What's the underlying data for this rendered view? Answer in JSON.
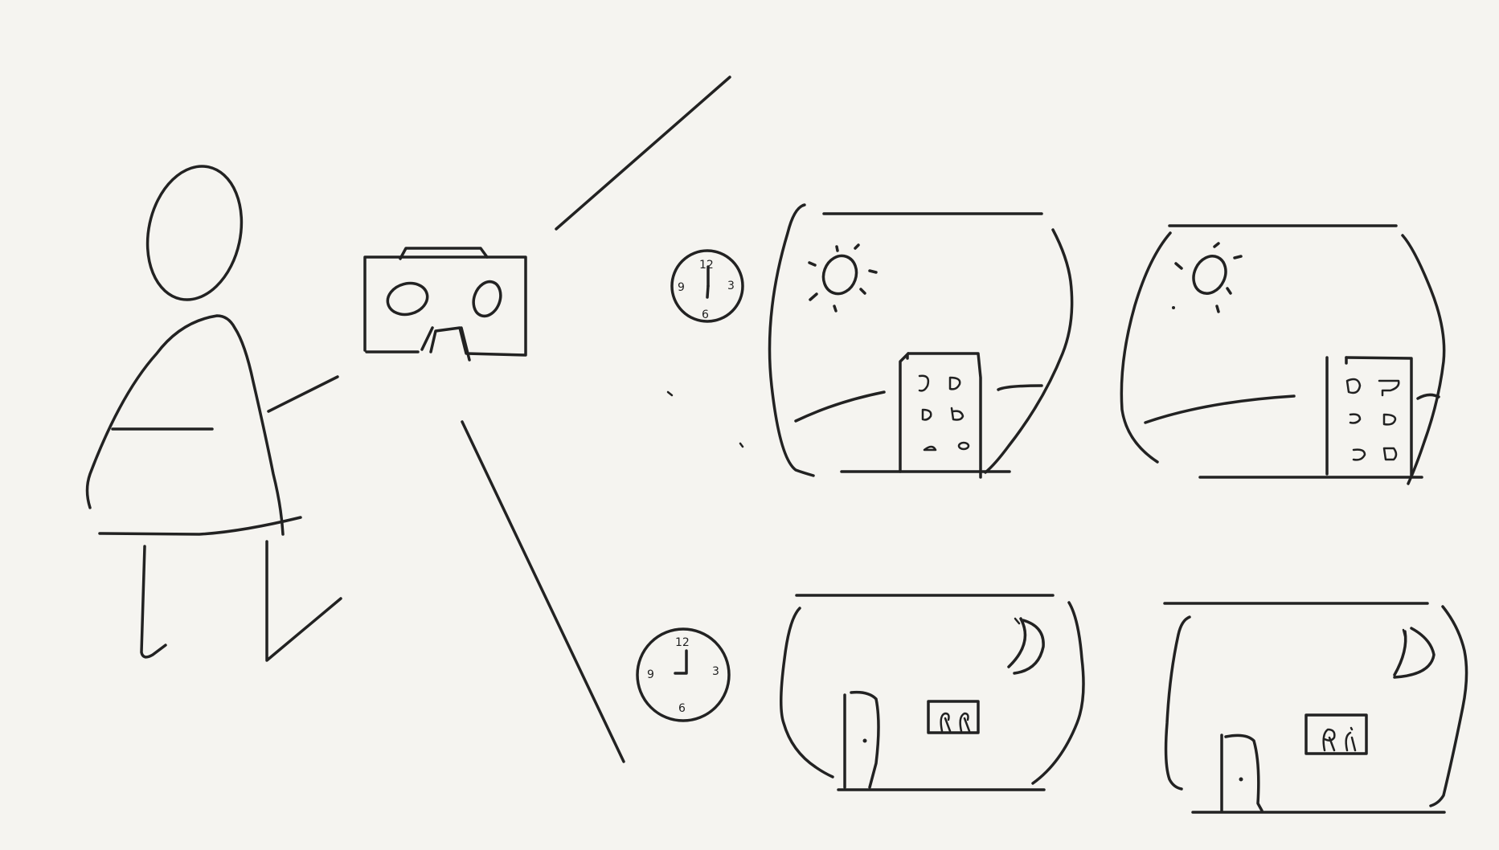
{
  "colors": {
    "background": "#f5f4f0",
    "ink": "#222222"
  },
  "clocks": {
    "day": {
      "numerals": [
        "12",
        "3",
        "6",
        "9"
      ],
      "time": "6:00",
      "hand_description": "vertical hands"
    },
    "night": {
      "numerals": [
        "12",
        "3",
        "6",
        "9"
      ],
      "time": "9:00",
      "hand_description": "L-shaped hands"
    }
  },
  "icons": {
    "person": "stick-figure-icon",
    "vr_headset": "vr-headset-icon",
    "sun": "sun-icon",
    "moon": "crescent-moon-icon",
    "building": "building-icon",
    "door": "door-icon",
    "picture_frame": "picture-frame-icon",
    "clock": "clock-icon"
  }
}
